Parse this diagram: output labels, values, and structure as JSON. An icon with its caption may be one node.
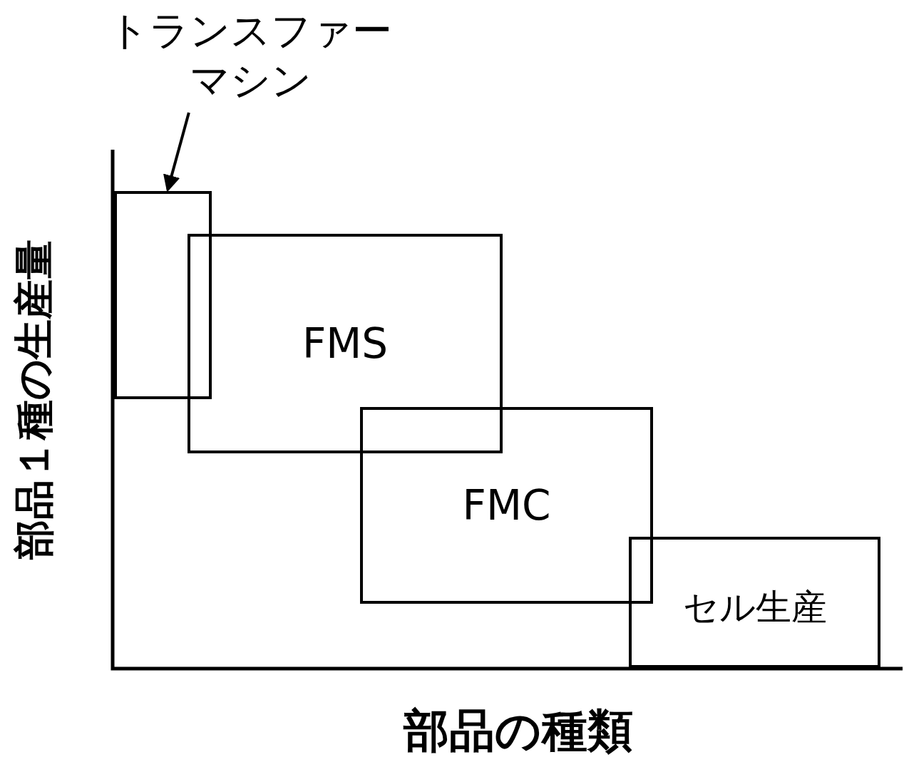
{
  "diagram": {
    "nodes": [
      {
        "text": [
          "トランスファーマシン"
        ]
      },
      {
        "text": [],
        "shape": "box"
      },
      {
        "text": [
          "FMS"
        ]
      },
      {
        "text": [
          "FMC"
        ]
      },
      {
        "text": [
          "セル生産"
        ]
      }
    ],
    "edges": [
      {
        "from": 0,
        "to": 1,
        "arrow": "to"
      }
    ],
    "labels": [
      "部品１種の生産量",
      "部品の種類"
    ]
  }
}
